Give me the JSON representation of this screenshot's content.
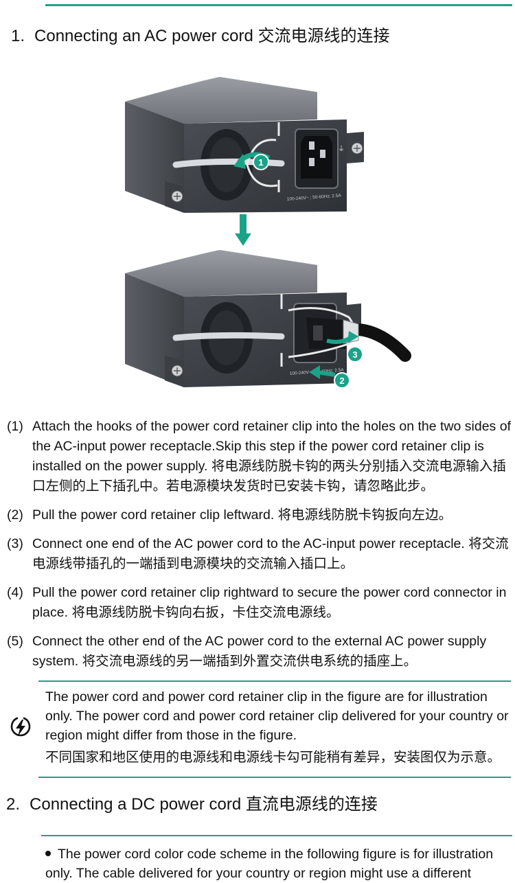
{
  "section1": {
    "number": "1.",
    "title": "Connecting an AC power cord 交流电源线的连接"
  },
  "figure": {
    "callouts": [
      "1",
      "2",
      "3"
    ],
    "rating_text": "100-240V~ ; 50-60Hz; 2.5A",
    "ground_symbol": "⏚"
  },
  "steps": [
    {
      "n": "(1)",
      "text": "Attach the hooks of the power cord retainer clip into the holes on the two sides of the AC-input power receptacle.Skip this step if the power cord retainer clip is installed on the power supply. 将电源线防脱卡钩的两头分别插入交流电源输入插口左侧的上下插孔中。若电源模块发货时已安装卡钩，请忽略此步。"
    },
    {
      "n": "(2)",
      "text": "Pull the power cord retainer clip leftward. 将电源线防脱卡钩扳向左边。"
    },
    {
      "n": "(3)",
      "text": "Connect one end of the AC power cord to the AC-input power receptacle. 将交流电源线带插孔的一端插到电源模块的交流输入插口上。"
    },
    {
      "n": "(4)",
      "text": "Pull the power cord retainer clip rightward to secure the power cord connector in place. 将电源线防脱卡钩向右扳，卡住交流电源线。"
    },
    {
      "n": "(5)",
      "text": "Connect the other end of the AC power cord to the external AC power supply system. 将交流电源线的另一端插到外置交流供电系统的插座上。"
    }
  ],
  "note": {
    "en": "The power cord and power cord retainer clip in the figure are for illustration only. The power cord and power cord retainer clip delivered for your country or region might differ from those in the figure.",
    "zh": "不同国家和地区使用的电源线和电源线卡勾可能稍有差异，安装图仅为示意。"
  },
  "section2": {
    "number": "2.",
    "title": "Connecting a DC power cord 直流电源线的连接"
  },
  "bullet": {
    "text": "The power cord color code scheme in the following figure is for illustration only. The cable delivered for your country or region might use a different"
  },
  "colors": {
    "accent": "#1aa388",
    "callout": "#1aa388",
    "body_dark": "#3a3d42"
  }
}
